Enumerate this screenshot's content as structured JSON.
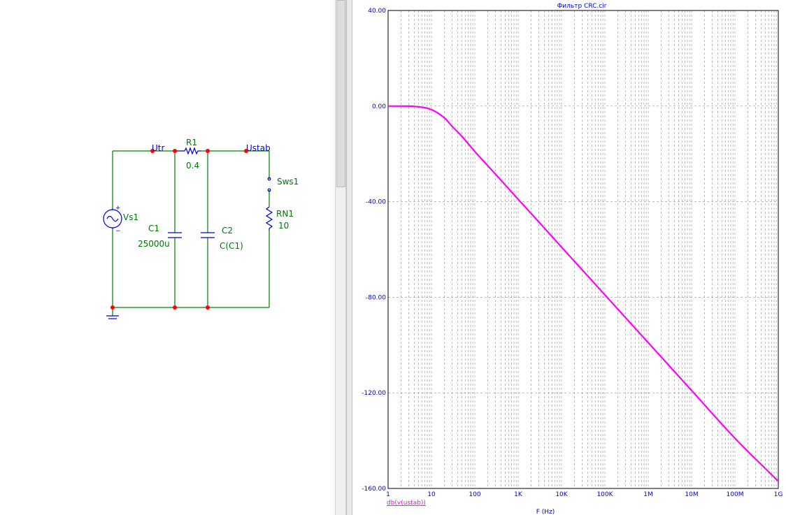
{
  "schematic": {
    "nodes": {
      "utr": "Utr",
      "ustab": "Ustab"
    },
    "vs1": {
      "name": "Vs1",
      "plus": "+",
      "minus": "−"
    },
    "r1": {
      "name": "R1",
      "value": "0.4"
    },
    "c1": {
      "name": "C1",
      "value": "25000u"
    },
    "c2": {
      "name": "C2",
      "value": "C(C1)"
    },
    "sws1": {
      "name": "Sws1"
    },
    "rn1": {
      "name": "RN1",
      "value": "10"
    },
    "colors": {
      "wire": "#008000",
      "node_dot": "#ff0000",
      "node_label": "#0000ff",
      "component": "#0000c8",
      "component_label": "#007800"
    }
  },
  "plot": {
    "colors": {
      "axis_text": "#0000c8",
      "trace": "#ff00ff",
      "grid": "#909090"
    }
  },
  "chart_data": {
    "type": "line",
    "title": "Фильтр CRC.cir",
    "xlabel": "F (Hz)",
    "ylabel": "",
    "x_scale": "log",
    "xlim": [
      1,
      1000000000
    ],
    "ylim": [
      -160,
      40
    ],
    "x_tick_labels": [
      "1",
      "10",
      "100",
      "1K",
      "10K",
      "100K",
      "1M",
      "10M",
      "100M",
      "1G"
    ],
    "y_tick_labels": [
      "40.00",
      "0.00",
      "-40.00",
      "-80.00",
      "-120.00",
      "-160.00"
    ],
    "y_ticks": [
      40,
      0,
      -40,
      -80,
      -120,
      -160
    ],
    "grid": true,
    "series": [
      {
        "name": "db(v(ustab))",
        "x": [
          1,
          2,
          5,
          10,
          20,
          30,
          50,
          100,
          300,
          1000,
          3000,
          10000,
          100000,
          1000000,
          10000000,
          100000000,
          1000000000
        ],
        "values": [
          0,
          0,
          -0.3,
          -1.5,
          -5,
          -8.5,
          -12.6,
          -19,
          -28.5,
          -39,
          -48.5,
          -59,
          -79,
          -99,
          -119,
          -139,
          -157
        ]
      }
    ]
  }
}
